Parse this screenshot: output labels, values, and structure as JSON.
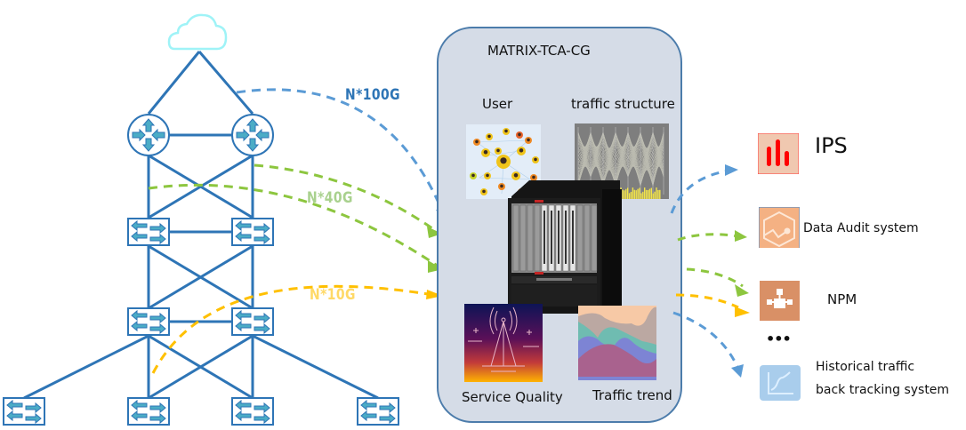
{
  "diagram": {
    "panel_title": "MATRIX-TCA-CG",
    "panel_modules": [
      {
        "id": "user",
        "label": "User"
      },
      {
        "id": "traffic-structure",
        "label": "traffic structure"
      },
      {
        "id": "service-quality",
        "label": "Service Quality"
      },
      {
        "id": "traffic-trend",
        "label": "Traffic trend"
      }
    ],
    "bandwidth_links": [
      {
        "label": "N*100G",
        "color": "#2e75b6",
        "line_color": "#5b9bd5"
      },
      {
        "label": "N*40G",
        "color": "#a9d18e",
        "line_color": "#8dc63f"
      },
      {
        "label": "N*10G",
        "color": "#ffd966",
        "line_color": "#ffc000"
      }
    ],
    "outputs": [
      {
        "id": "ips",
        "label": "IPS",
        "icon": "bar-chart-icon"
      },
      {
        "id": "data-audit",
        "label": "Data Audit system",
        "icon": "audit-hexagon-icon"
      },
      {
        "id": "npm",
        "label": "NPM",
        "icon": "network-topology-icon"
      },
      {
        "id": "more",
        "label": "•••"
      },
      {
        "id": "history",
        "label_line1": "Historical traffic",
        "label_line2": "back tracking system",
        "icon": "line-chart-icon"
      }
    ],
    "network": {
      "top": "cloud",
      "core_routers": 2,
      "aggregation_switches": 2,
      "distribution_switches": 2,
      "access_switches": 4
    },
    "colors": {
      "topology_line": "#2e75b6",
      "device_fill": "#4bacc6",
      "cloud": "#9ff3f7",
      "panel_bg": "#d5dce7",
      "panel_border": "#4c7cab"
    }
  }
}
